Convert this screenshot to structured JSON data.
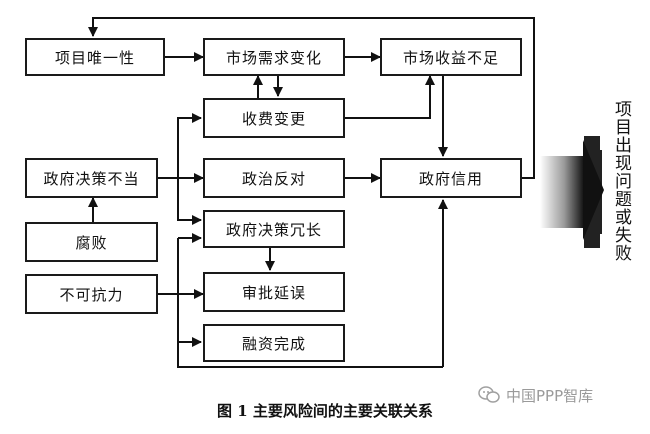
{
  "diagram": {
    "boxes": {
      "xiangmu": "项目唯一性",
      "shichang_xuqiu": "市场需求变化",
      "shichang_shouyi": "市场收益不足",
      "shoufei": "收费变更",
      "zhengfu_juece_budang": "政府决策不当",
      "zhengzhi_fandui": "政治反对",
      "zhengfu_xinyong": "政府信用",
      "fubai": "腐败",
      "zhengfu_juece_rongchang": "政府决策冗长",
      "bukekangli": "不可抗力",
      "shenpi": "审批延误",
      "rongzi": "融资完成"
    },
    "outcome": "项目出现问题或失败"
  },
  "caption": "图 1    主要风险间的主要关联关系",
  "watermark": {
    "text": "中国PPP智库",
    "icon": "wechat-logo-icon"
  }
}
